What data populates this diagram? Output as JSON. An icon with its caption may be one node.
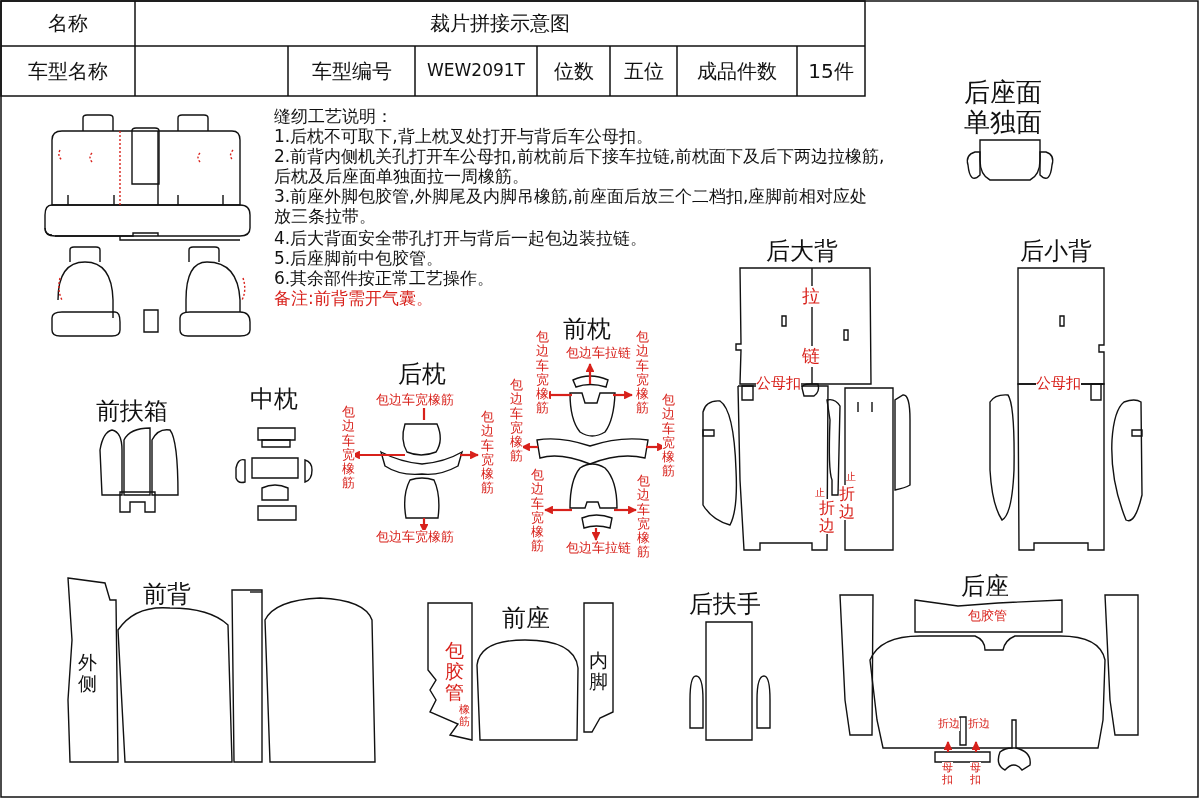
{
  "diagram": {
    "title": "裁片拼接示意图",
    "labels": [
      "名称",
      "车型名称",
      "车型编号",
      "WEW2091T",
      "位数",
      "五位",
      "成品件数",
      "15件",
      "缝纫工艺说明：",
      "1.后枕不可取下,背上枕叉处打开与背后车公母扣。",
      "2.前背内侧机关孔打开车公母扣,前枕前后下接车拉链,前枕面下及后下两边拉橡筋,后枕及后座面单独面拉一周橡筋。",
      "3.前座外脚包胶管,外脚尾及内脚吊橡筋,前座面后放三个二档扣,座脚前相对应处放三条拉带。",
      "4.后大背面安全带孔打开与背后一起包边装拉链。",
      "5.后座脚前中包胶管。",
      "6.其余部件按正常工艺操作。",
      "备注:前背需开气囊。",
      "后座面单独面",
      "后大背",
      "后小背",
      "拉",
      "链",
      "公母扣",
      "公母扣",
      "前枕",
      "前扶箱",
      "中枕",
      "后枕",
      "包边车宽橡筋",
      "包边车宽橡筋",
      "包边车宽橡筋",
      "包边车宽橡筋",
      "包边车拉链",
      "包边车宽橡筋",
      "包边车宽橡筋",
      "包边车宽橡筋",
      "包边车宽橡筋",
      "包边车宽橡筋",
      "包边车宽橡筋",
      "包边车拉链",
      "止",
      "止",
      "折边",
      "折边",
      "前背",
      "外侧",
      "前座",
      "包胶管",
      "橡筋",
      "内脚",
      "后扶手",
      "后座",
      "包胶管",
      "折边",
      "折边",
      "母扣",
      "母扣"
    ]
  }
}
